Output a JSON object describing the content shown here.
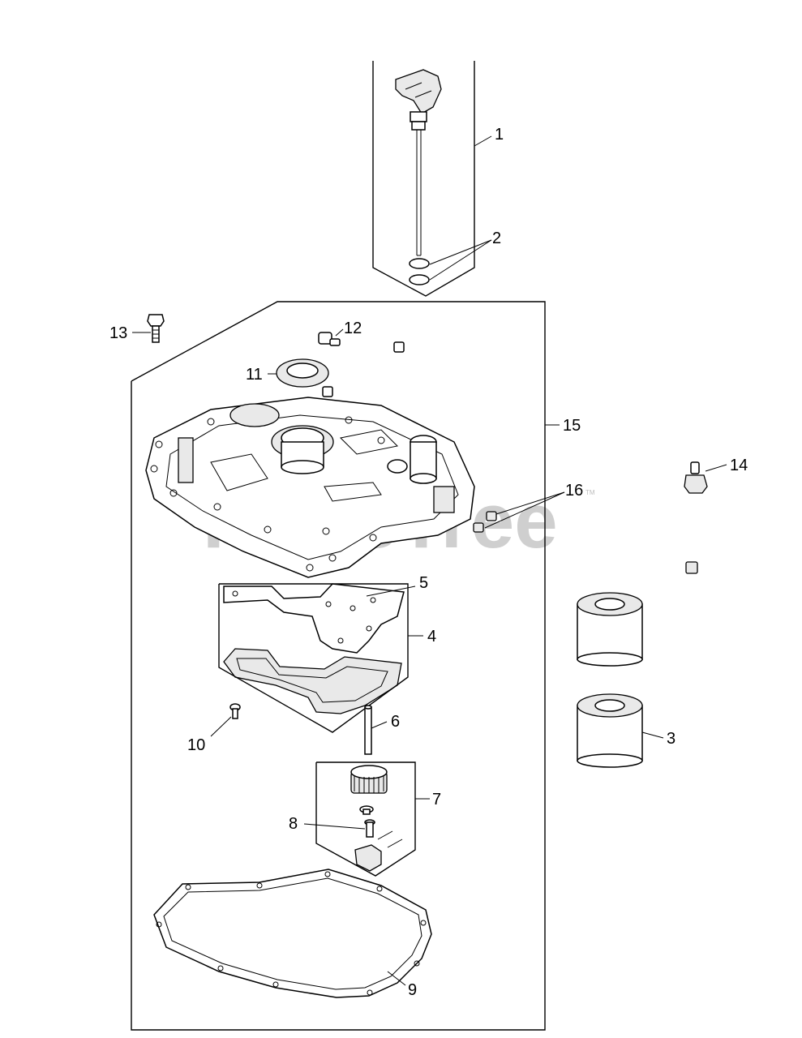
{
  "watermark": {
    "text": "PartsTree",
    "trademark": "TM"
  },
  "callouts": [
    "1",
    "2",
    "3",
    "4",
    "5",
    "6",
    "7",
    "8",
    "9",
    "10",
    "11",
    "12",
    "13",
    "14",
    "15",
    "16"
  ],
  "colors": {
    "line": "#000000",
    "part_fill": "#ffffff",
    "shade": "#e9e9e9",
    "watermark": "#cfcfcf"
  }
}
